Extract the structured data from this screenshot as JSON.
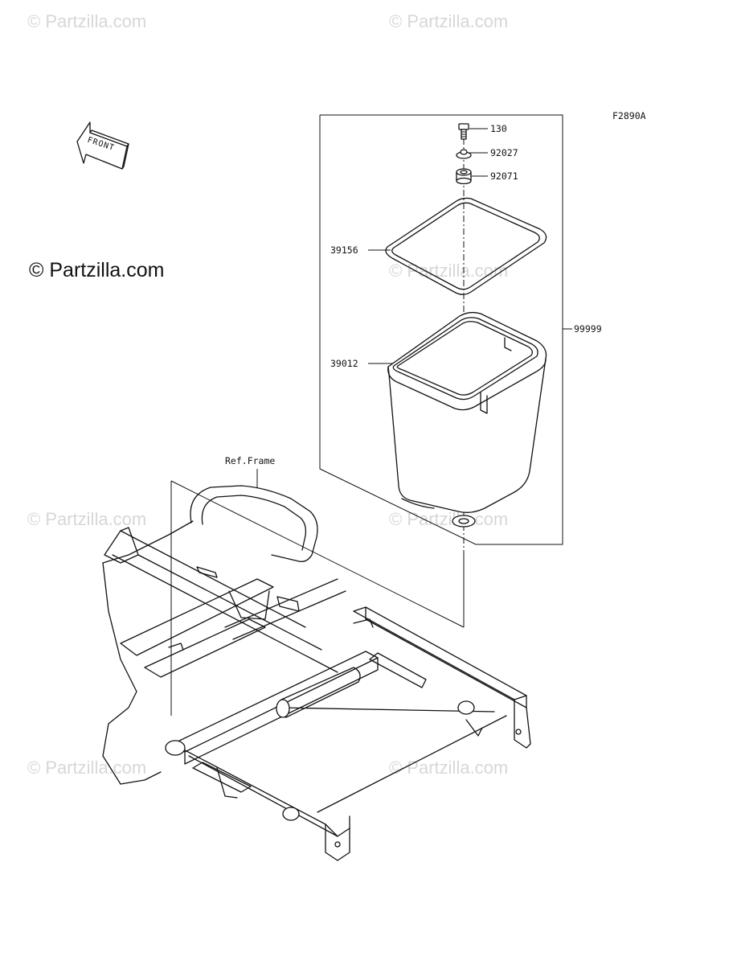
{
  "watermarks": {
    "text": "© Partzilla.com",
    "copyright_main": "© Partzilla.com"
  },
  "diagram": {
    "figure_code": "F2890A",
    "front_label": "FRONT",
    "ref_label": "Ref.Frame",
    "parts": [
      {
        "number": "130"
      },
      {
        "number": "92027"
      },
      {
        "number": "92071"
      },
      {
        "number": "39156"
      },
      {
        "number": "39012"
      },
      {
        "number": "99999"
      }
    ]
  }
}
